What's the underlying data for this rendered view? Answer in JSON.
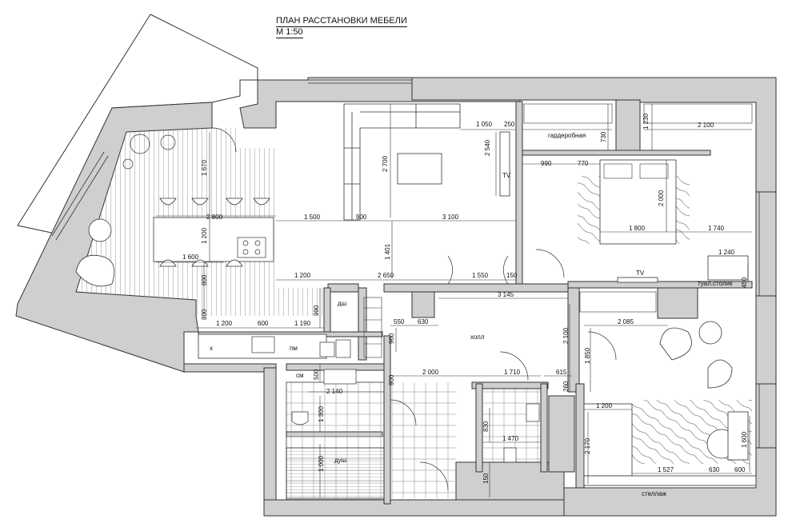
{
  "title": {
    "line1": "ПЛАН РАССТАНОВКИ МЕБЕЛИ",
    "line2": "М 1:50"
  },
  "rooms": {
    "wardrobe": "гардеробная",
    "hall": "холл",
    "shower": "душ",
    "cm": "см",
    "pm": "пм",
    "x": "х",
    "dsh": "дш",
    "dressing_table": "туал.столик",
    "shelving": "стеллаж"
  },
  "equipment": {
    "tv1": "TV",
    "tv2": "TV"
  },
  "dimensions": {
    "d1050": "1 050",
    "d250": "250",
    "d2540": "2 540",
    "d2700": "2 700",
    "d1230": "1 230",
    "d2100a": "2 100",
    "d730": "730",
    "d990a": "990",
    "d770": "770",
    "d2000a": "2 000",
    "d1800": "1 800",
    "d1740": "1 740",
    "d1240": "1 240",
    "d450": "450",
    "d1670": "1 670",
    "d2800": "2 800",
    "d1500": "1 500",
    "d900": "900",
    "d3100": "3 100",
    "d1200a": "1 200",
    "d1600a": "1 600",
    "d1401": "1 401",
    "d800a": "800",
    "d1200b": "1 200",
    "d2650": "2 650",
    "d1550": "1 550",
    "d150a": "150",
    "d3145": "3 145",
    "d800b": "800",
    "d1200c": "1 200",
    "d600a": "600",
    "d1190": "1 190",
    "d990b": "990",
    "d550": "550",
    "d630a": "630",
    "d960": "960",
    "d2100b": "2 100",
    "d2085": "2 085",
    "d1850": "1 850",
    "d500": "500",
    "d2140": "2 140",
    "d900b": "900",
    "d2000b": "2 000",
    "d1710": "1 710",
    "d615": "615",
    "d260": "260",
    "d1300": "1 300",
    "d830": "830",
    "d1470": "1 470",
    "d1000": "1 000",
    "d150b": "150",
    "d1200d": "1 200",
    "d2170": "2 170",
    "d1527": "1 527",
    "d630b": "630",
    "d600b": "600",
    "d1600b": "1 600"
  }
}
